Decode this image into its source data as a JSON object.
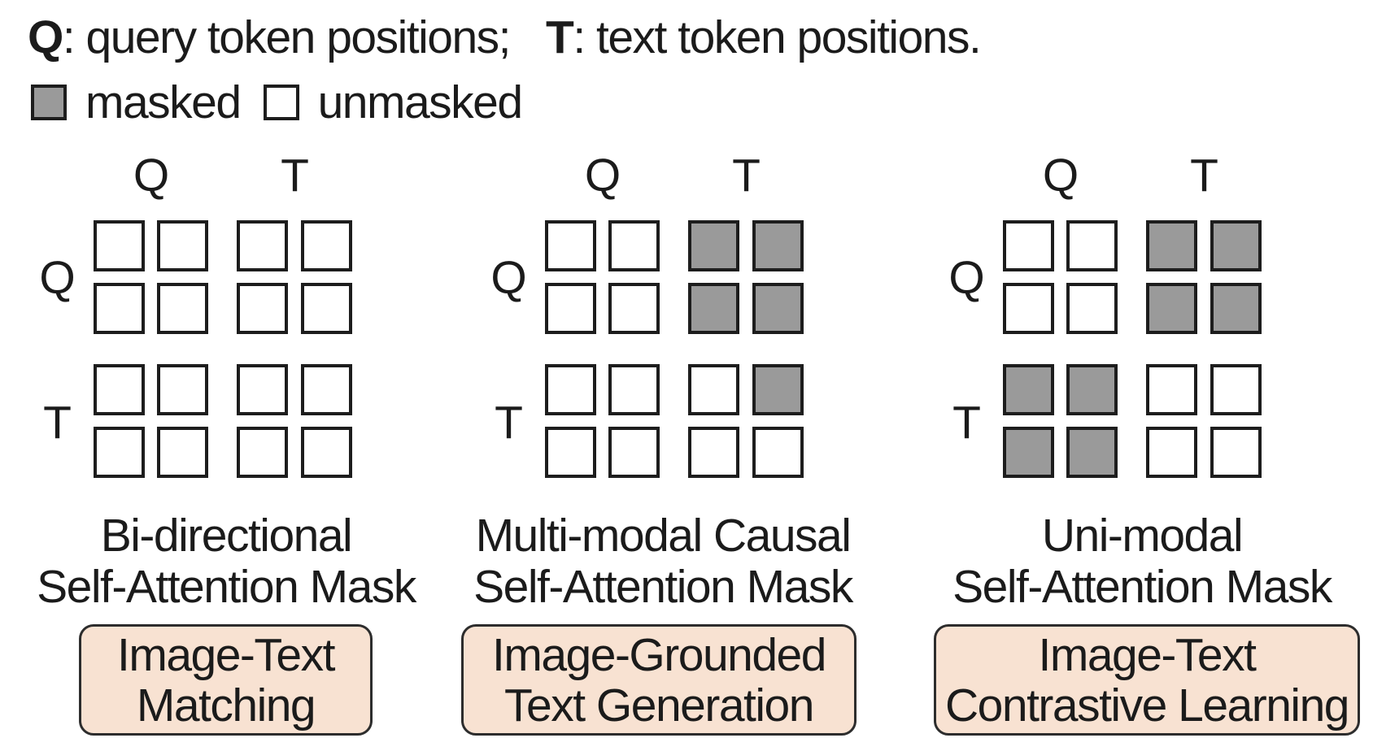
{
  "legend": {
    "q_term": "Q",
    "q_definition": ": query token positions;",
    "t_term": "T",
    "t_definition": ": text token positions.",
    "masked_label": "masked",
    "unmasked_label": "unmasked"
  },
  "colors": {
    "masked_fill": "#9a9a9a",
    "unmasked_fill": "#ffffff",
    "cell_border": "#1d1d1d",
    "text": "#1b1b1b",
    "task_box_fill": "#f8e2d2",
    "task_box_border": "#2d2d2d"
  },
  "diagrams": [
    {
      "id": "bi-directional",
      "column_labels": [
        "Q",
        "T"
      ],
      "row_labels": [
        "Q",
        "T"
      ],
      "mask_grid": [
        [
          0,
          0,
          0,
          0
        ],
        [
          0,
          0,
          0,
          0
        ],
        [
          0,
          0,
          0,
          0
        ],
        [
          0,
          0,
          0,
          0
        ]
      ],
      "caption_lines": [
        "Bi-directional",
        "Self-Attention Mask"
      ],
      "task_label_lines": [
        "Image-Text",
        "Matching"
      ]
    },
    {
      "id": "multi-modal-causal",
      "column_labels": [
        "Q",
        "T"
      ],
      "row_labels": [
        "Q",
        "T"
      ],
      "mask_grid": [
        [
          0,
          0,
          1,
          1
        ],
        [
          0,
          0,
          1,
          1
        ],
        [
          0,
          0,
          0,
          1
        ],
        [
          0,
          0,
          0,
          0
        ]
      ],
      "caption_lines": [
        "Multi-modal Causal",
        "Self-Attention Mask"
      ],
      "task_label_lines": [
        "Image-Grounded",
        "Text Generation"
      ]
    },
    {
      "id": "uni-modal",
      "column_labels": [
        "Q",
        "T"
      ],
      "row_labels": [
        "Q",
        "T"
      ],
      "mask_grid": [
        [
          0,
          0,
          1,
          1
        ],
        [
          0,
          0,
          1,
          1
        ],
        [
          1,
          1,
          0,
          0
        ],
        [
          1,
          1,
          0,
          0
        ]
      ],
      "caption_lines": [
        "Uni-modal",
        "Self-Attention Mask"
      ],
      "task_label_lines": [
        "Image-Text",
        "Contrastive Learning"
      ]
    }
  ]
}
